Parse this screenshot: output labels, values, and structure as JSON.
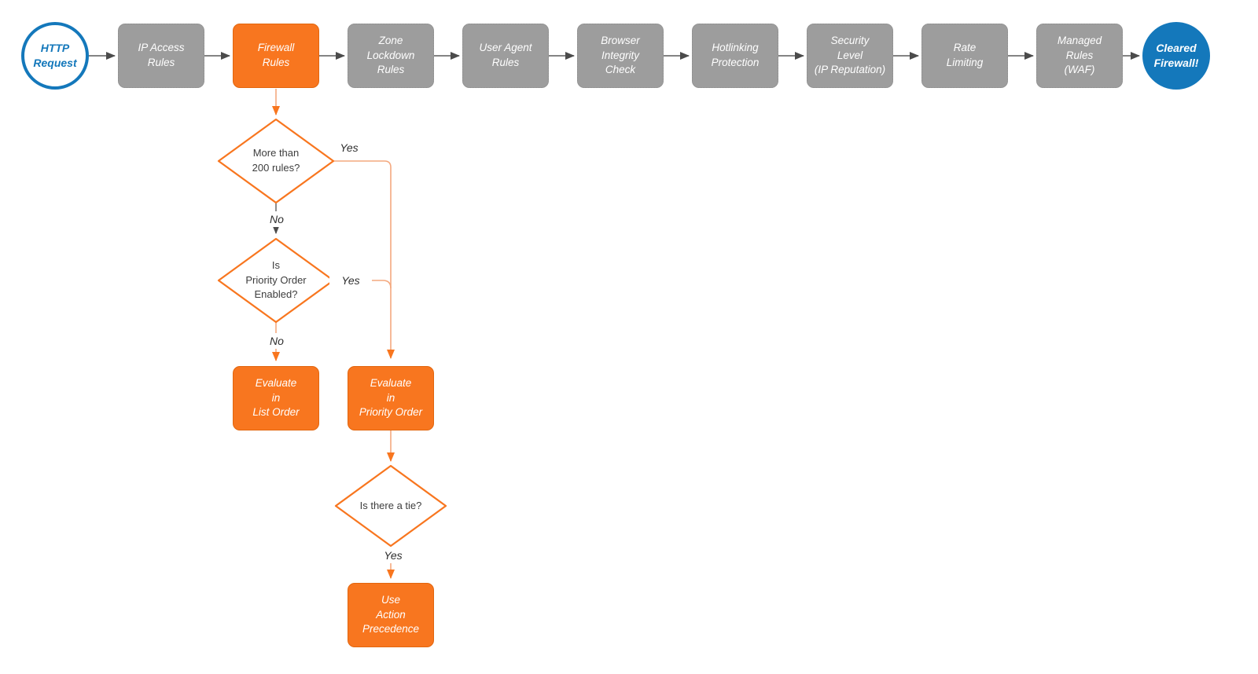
{
  "colors": {
    "orange": "#F8761F",
    "orange_line": "#F4A87E",
    "gray_node": "#9D9D9D",
    "blue": "#1478BB",
    "line_gray": "#5C5C5C",
    "arrow_gray": "#4B4B4B",
    "text": "#3D3D3D"
  },
  "flow": {
    "start_label": "HTTP\nRequest",
    "pipeline": [
      {
        "label": "IP Access\nRules"
      },
      {
        "label": "Firewall\nRules"
      },
      {
        "label": "Zone\nLockdown\nRules"
      },
      {
        "label": "User Agent\nRules"
      },
      {
        "label": "Browser\nIntegrity\nCheck"
      },
      {
        "label": "Hotlinking\nProtection"
      },
      {
        "label": "Security\nLevel\n(IP Reputation)"
      },
      {
        "label": "Rate\nLimiting"
      },
      {
        "label": "Managed\nRules\n(WAF)"
      }
    ],
    "end_label": "Cleared\nFirewall!",
    "decisions": [
      {
        "label": "More than\n200 rules?",
        "yes_label": "Yes",
        "no_label": "No"
      },
      {
        "label": "Is\nPriority Order\nEnabled?",
        "yes_label": "Yes",
        "no_label": "No"
      },
      {
        "label": "Is there a tie?",
        "yes_label": "Yes"
      }
    ],
    "actions": [
      {
        "label": "Evaluate\nin\nList Order"
      },
      {
        "label": "Evaluate\nin\nPriority Order"
      },
      {
        "label": "Use\nAction\nPrecedence"
      }
    ]
  }
}
